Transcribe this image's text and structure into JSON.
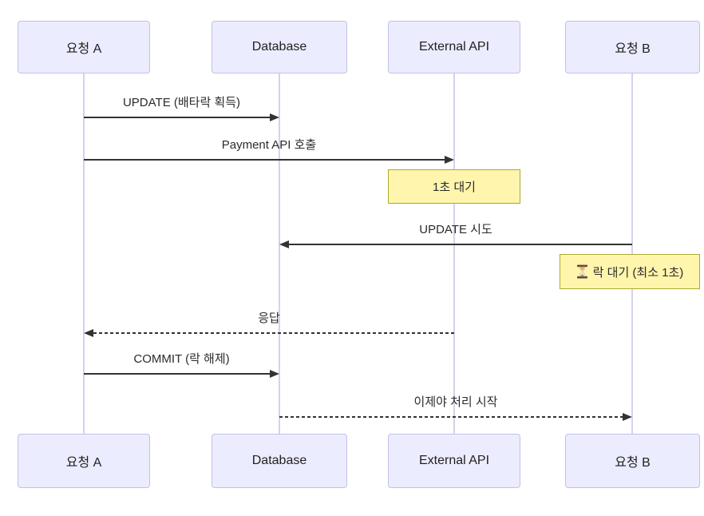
{
  "diagram": {
    "type": "sequence",
    "background": "#ffffff",
    "colors": {
      "actor_fill": "#ececff",
      "actor_border": "#c4bfe8",
      "lifeline": "#d6d1f0",
      "note_fill": "#fff5ad",
      "note_border": "#aaaa33",
      "message_line": "#333333",
      "text": "#2b2b2b"
    },
    "actors": [
      {
        "label": "요청 A"
      },
      {
        "label": "Database"
      },
      {
        "label": "External API"
      },
      {
        "label": "요청 B"
      }
    ],
    "messages": [
      {
        "label": "UPDATE (배타락 획득)",
        "from": "요청 A",
        "to": "Database",
        "style": "solid"
      },
      {
        "label": "Payment API 호출",
        "from": "요청 A",
        "to": "External API",
        "style": "solid"
      },
      {
        "label": "UPDATE 시도",
        "from": "요청 B",
        "to": "Database",
        "style": "solid"
      },
      {
        "label": "응답",
        "from": "External API",
        "to": "요청 A",
        "style": "dashed"
      },
      {
        "label": "COMMIT (락 해제)",
        "from": "요청 A",
        "to": "Database",
        "style": "solid"
      },
      {
        "label": "이제야 처리 시작",
        "from": "Database",
        "to": "요청 B",
        "style": "dashed"
      }
    ],
    "notes": [
      {
        "text": "1초 대기",
        "over": "External API"
      },
      {
        "icon": "⏳",
        "icon_name": "hourglass",
        "text": "락 대기 (최소 1초)",
        "over": "요청 B"
      }
    ]
  }
}
